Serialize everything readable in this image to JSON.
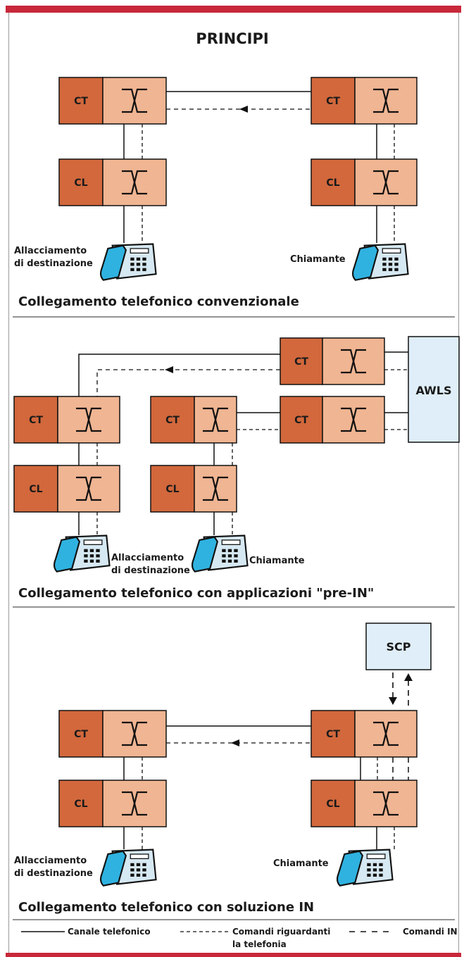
{
  "title": "PRINCIPI",
  "box_labels": {
    "ct": "CT",
    "cl": "CL",
    "awls": "AWLS",
    "scp": "SCP"
  },
  "phone_labels": {
    "destination_line1": "Allacciamento",
    "destination_line2": "di destinazione",
    "caller": "Chiamante"
  },
  "sections": [
    {
      "caption": "Collegamento telefonico convenzionale"
    },
    {
      "caption": "Collegamento telefonico con applicazioni \"pre-IN\""
    },
    {
      "caption": "Collegamento telefonico con soluzione IN"
    }
  ],
  "legend": {
    "telephone_channel": "Canale telefonico",
    "telephony_commands_line1": "Comandi riguardanti",
    "telephony_commands_line2": "la telefonia",
    "in_commands": "Comandi IN"
  },
  "colors": {
    "exchange_dark": "#d2683c",
    "exchange_light": "#f0b592",
    "service_box": "#dfeef8",
    "phone_blue": "#2fb2e0",
    "accent_bar": "#c8283a"
  }
}
